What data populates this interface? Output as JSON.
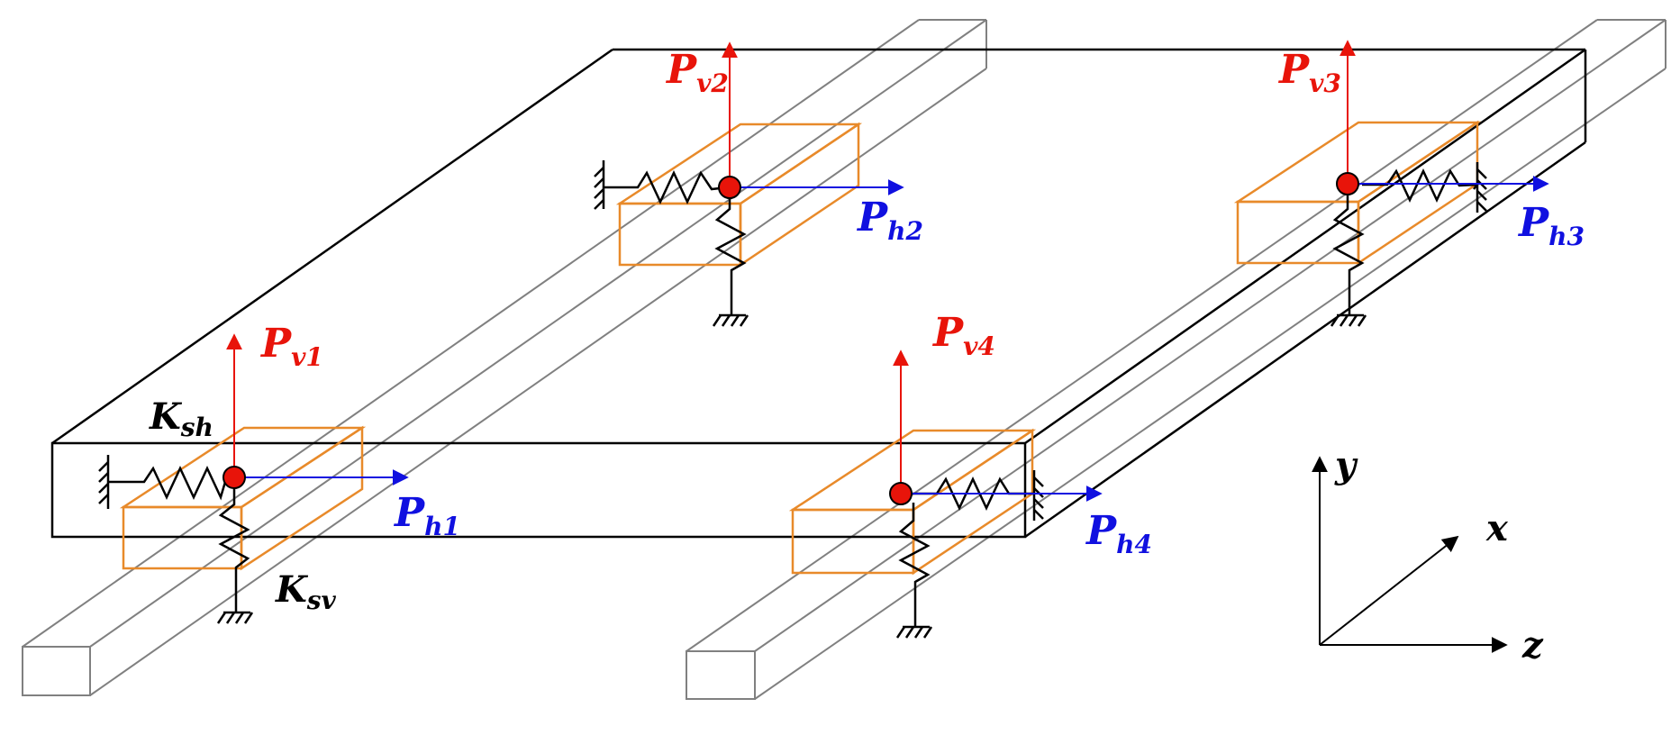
{
  "colors": {
    "vertical_force": "#e8140a",
    "horizontal_force": "#1010e0",
    "bearing_box": "#e88a2a",
    "rail": "#808080",
    "structure": "#000000",
    "node": "#e8140a"
  },
  "forces": {
    "pv1": {
      "main": "P",
      "sub": "v1"
    },
    "pv2": {
      "main": "P",
      "sub": "v2"
    },
    "pv3": {
      "main": "P",
      "sub": "v3"
    },
    "pv4": {
      "main": "P",
      "sub": "v4"
    },
    "ph1": {
      "main": "P",
      "sub": "h1"
    },
    "ph2": {
      "main": "P",
      "sub": "h2"
    },
    "ph3": {
      "main": "P",
      "sub": "h3"
    },
    "ph4": {
      "main": "P",
      "sub": "h4"
    }
  },
  "springs": {
    "ksh": {
      "main": "K",
      "sub": "sh"
    },
    "ksv": {
      "main": "K",
      "sub": "sv"
    }
  },
  "axes": {
    "x": "x",
    "y": "y",
    "z": "z"
  }
}
